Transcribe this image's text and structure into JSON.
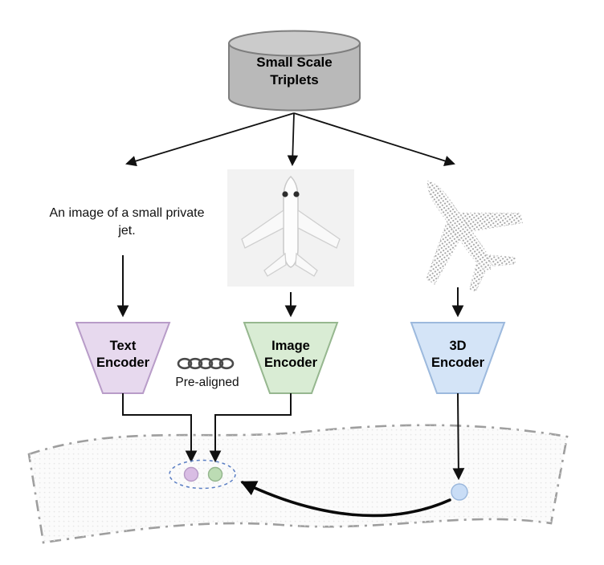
{
  "diagram": {
    "database_label": "Small Scale Triplets",
    "text_sample": "An image of a small private jet.",
    "encoders": {
      "text": "Text Encoder",
      "image": "Image Encoder",
      "threed": "3D Encoder"
    },
    "prealigned_label": "Pre-aligned",
    "icons": {
      "database": "cylinder-database",
      "chain": "chain-links"
    },
    "colors": {
      "cylinder_fill": "#b9b9b9",
      "cylinder_top_fill": "#cbcbcb",
      "text_encoder_fill": "#e7d9ee",
      "text_encoder_stroke": "#b89cc8",
      "image_encoder_fill": "#d9ecd4",
      "image_encoder_stroke": "#96b78f",
      "threed_encoder_fill": "#d4e4f7",
      "threed_encoder_stroke": "#9cb9dd",
      "text_point": "#d9bde4",
      "image_point": "#bcdcb4",
      "threed_point": "#c9ddf6",
      "alignment_ellipse_stroke": "#5b7fc4",
      "arrow_color": "#111111"
    }
  }
}
